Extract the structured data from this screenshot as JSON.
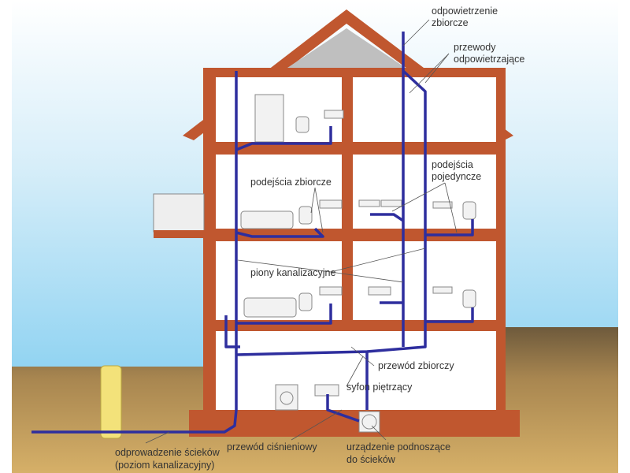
{
  "title": "Schemat instalacji kanalizacyjnej w budynku",
  "labels": {
    "vent_main_1": "odpowietrzenie",
    "vent_main_2": "zbiorcze",
    "vent_pipes_1": "przewody",
    "vent_pipes_2": "odpowietrzające",
    "collective_branches": "podejścia zbiorcze",
    "single_branches_1": "podejścia",
    "single_branches_2": "pojedyncze",
    "risers": "piony kanalizacyjne",
    "collector": "przewód zbiorczy",
    "trap": "syfon piętrzący",
    "pressure_pipe": "przewód ciśnieniowy",
    "lifting_1": "urządzenie podnoszące",
    "lifting_2": "do ścieków",
    "discharge_1": "odprowadzenie ścieków",
    "discharge_2": "(poziom kanalizacyjny)"
  },
  "colors": {
    "pipe": "#2e2e9e",
    "frame": "#c0572f",
    "ground": "#c9a25a",
    "sky": "#6ec6ee"
  }
}
